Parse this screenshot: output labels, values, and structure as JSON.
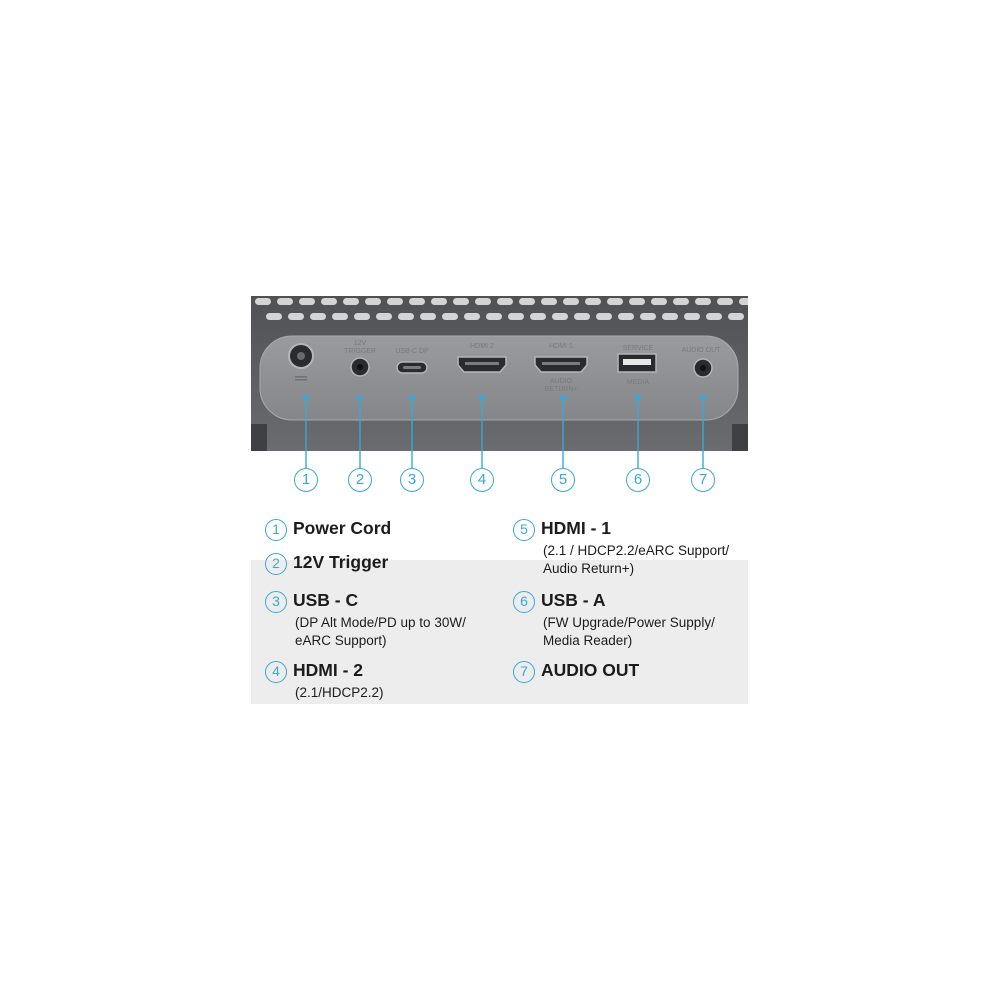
{
  "colors": {
    "accent": "#3aa7d8",
    "panel": "#8f9094",
    "device_body": "#5e6064",
    "text": "#1c1c1c",
    "band": "#ededed"
  },
  "panel_labels": {
    "trigger_line1": "12V",
    "trigger_line2": "TRIGGER",
    "usbc": "USB-C DP",
    "hdmi2": "HDMI 2",
    "hdmi1": "HDMI 1",
    "hdmi1_sub1": "AUDIO",
    "hdmi1_sub2": "RETURN+",
    "service": "SERVICE",
    "media": "MEDIA",
    "audio_out": "AUDIO OUT"
  },
  "callouts": [
    "1",
    "2",
    "3",
    "4",
    "5",
    "6",
    "7"
  ],
  "legend": [
    {
      "num": "1",
      "title": "Power Cord",
      "sub": ""
    },
    {
      "num": "2",
      "title": "12V Trigger",
      "sub": ""
    },
    {
      "num": "3",
      "title": "USB - C",
      "sub": "(DP Alt Mode/PD up to 30W/\neARC Support)"
    },
    {
      "num": "4",
      "title": "HDMI - 2",
      "sub": "(2.1/HDCP2.2)"
    },
    {
      "num": "5",
      "title": "HDMI - 1",
      "sub": "(2.1 / HDCP2.2/eARC Support/\nAudio Return+)"
    },
    {
      "num": "6",
      "title": "USB - A",
      "sub": "(FW Upgrade/Power Supply/\nMedia Reader)"
    },
    {
      "num": "7",
      "title": "AUDIO OUT",
      "sub": ""
    }
  ]
}
